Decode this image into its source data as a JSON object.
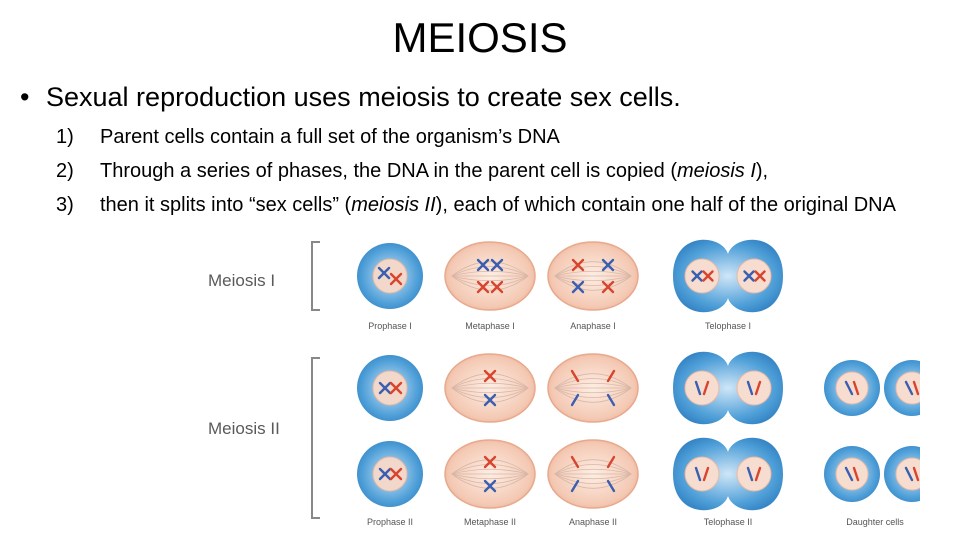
{
  "slide": {
    "title": "MEIOSIS",
    "bullet": "Sexual reproduction uses meiosis to create sex cells.",
    "items": [
      {
        "num": "1)",
        "parts": [
          "Parent cells contain a full set of the organism’s DNA"
        ]
      },
      {
        "num": "2)",
        "parts": [
          "Through a series of phases, the DNA in the parent cell is copied (",
          "meiosis I",
          "),"
        ]
      },
      {
        "num": "3)",
        "parts": [
          "then it splits into “sex cells” (",
          "meiosis II",
          "), each of which contain one half of the original DNA"
        ]
      }
    ]
  },
  "diagram": {
    "meiosis1_label": "Meiosis I",
    "meiosis2_label": "Meiosis II",
    "phases1": [
      "Prophase I",
      "Metaphase I",
      "Anaphase I",
      "Telophase I"
    ],
    "phases2": [
      "Prophase II",
      "Metaphase II",
      "Anaphase II",
      "Telophase II",
      "Daughter cells"
    ],
    "colors": {
      "cell_blue": "#4f9fd8",
      "cell_pink": "#f4c9b4",
      "chrom_blue": "#3a5fb0",
      "chrom_red": "#d8452e"
    }
  }
}
